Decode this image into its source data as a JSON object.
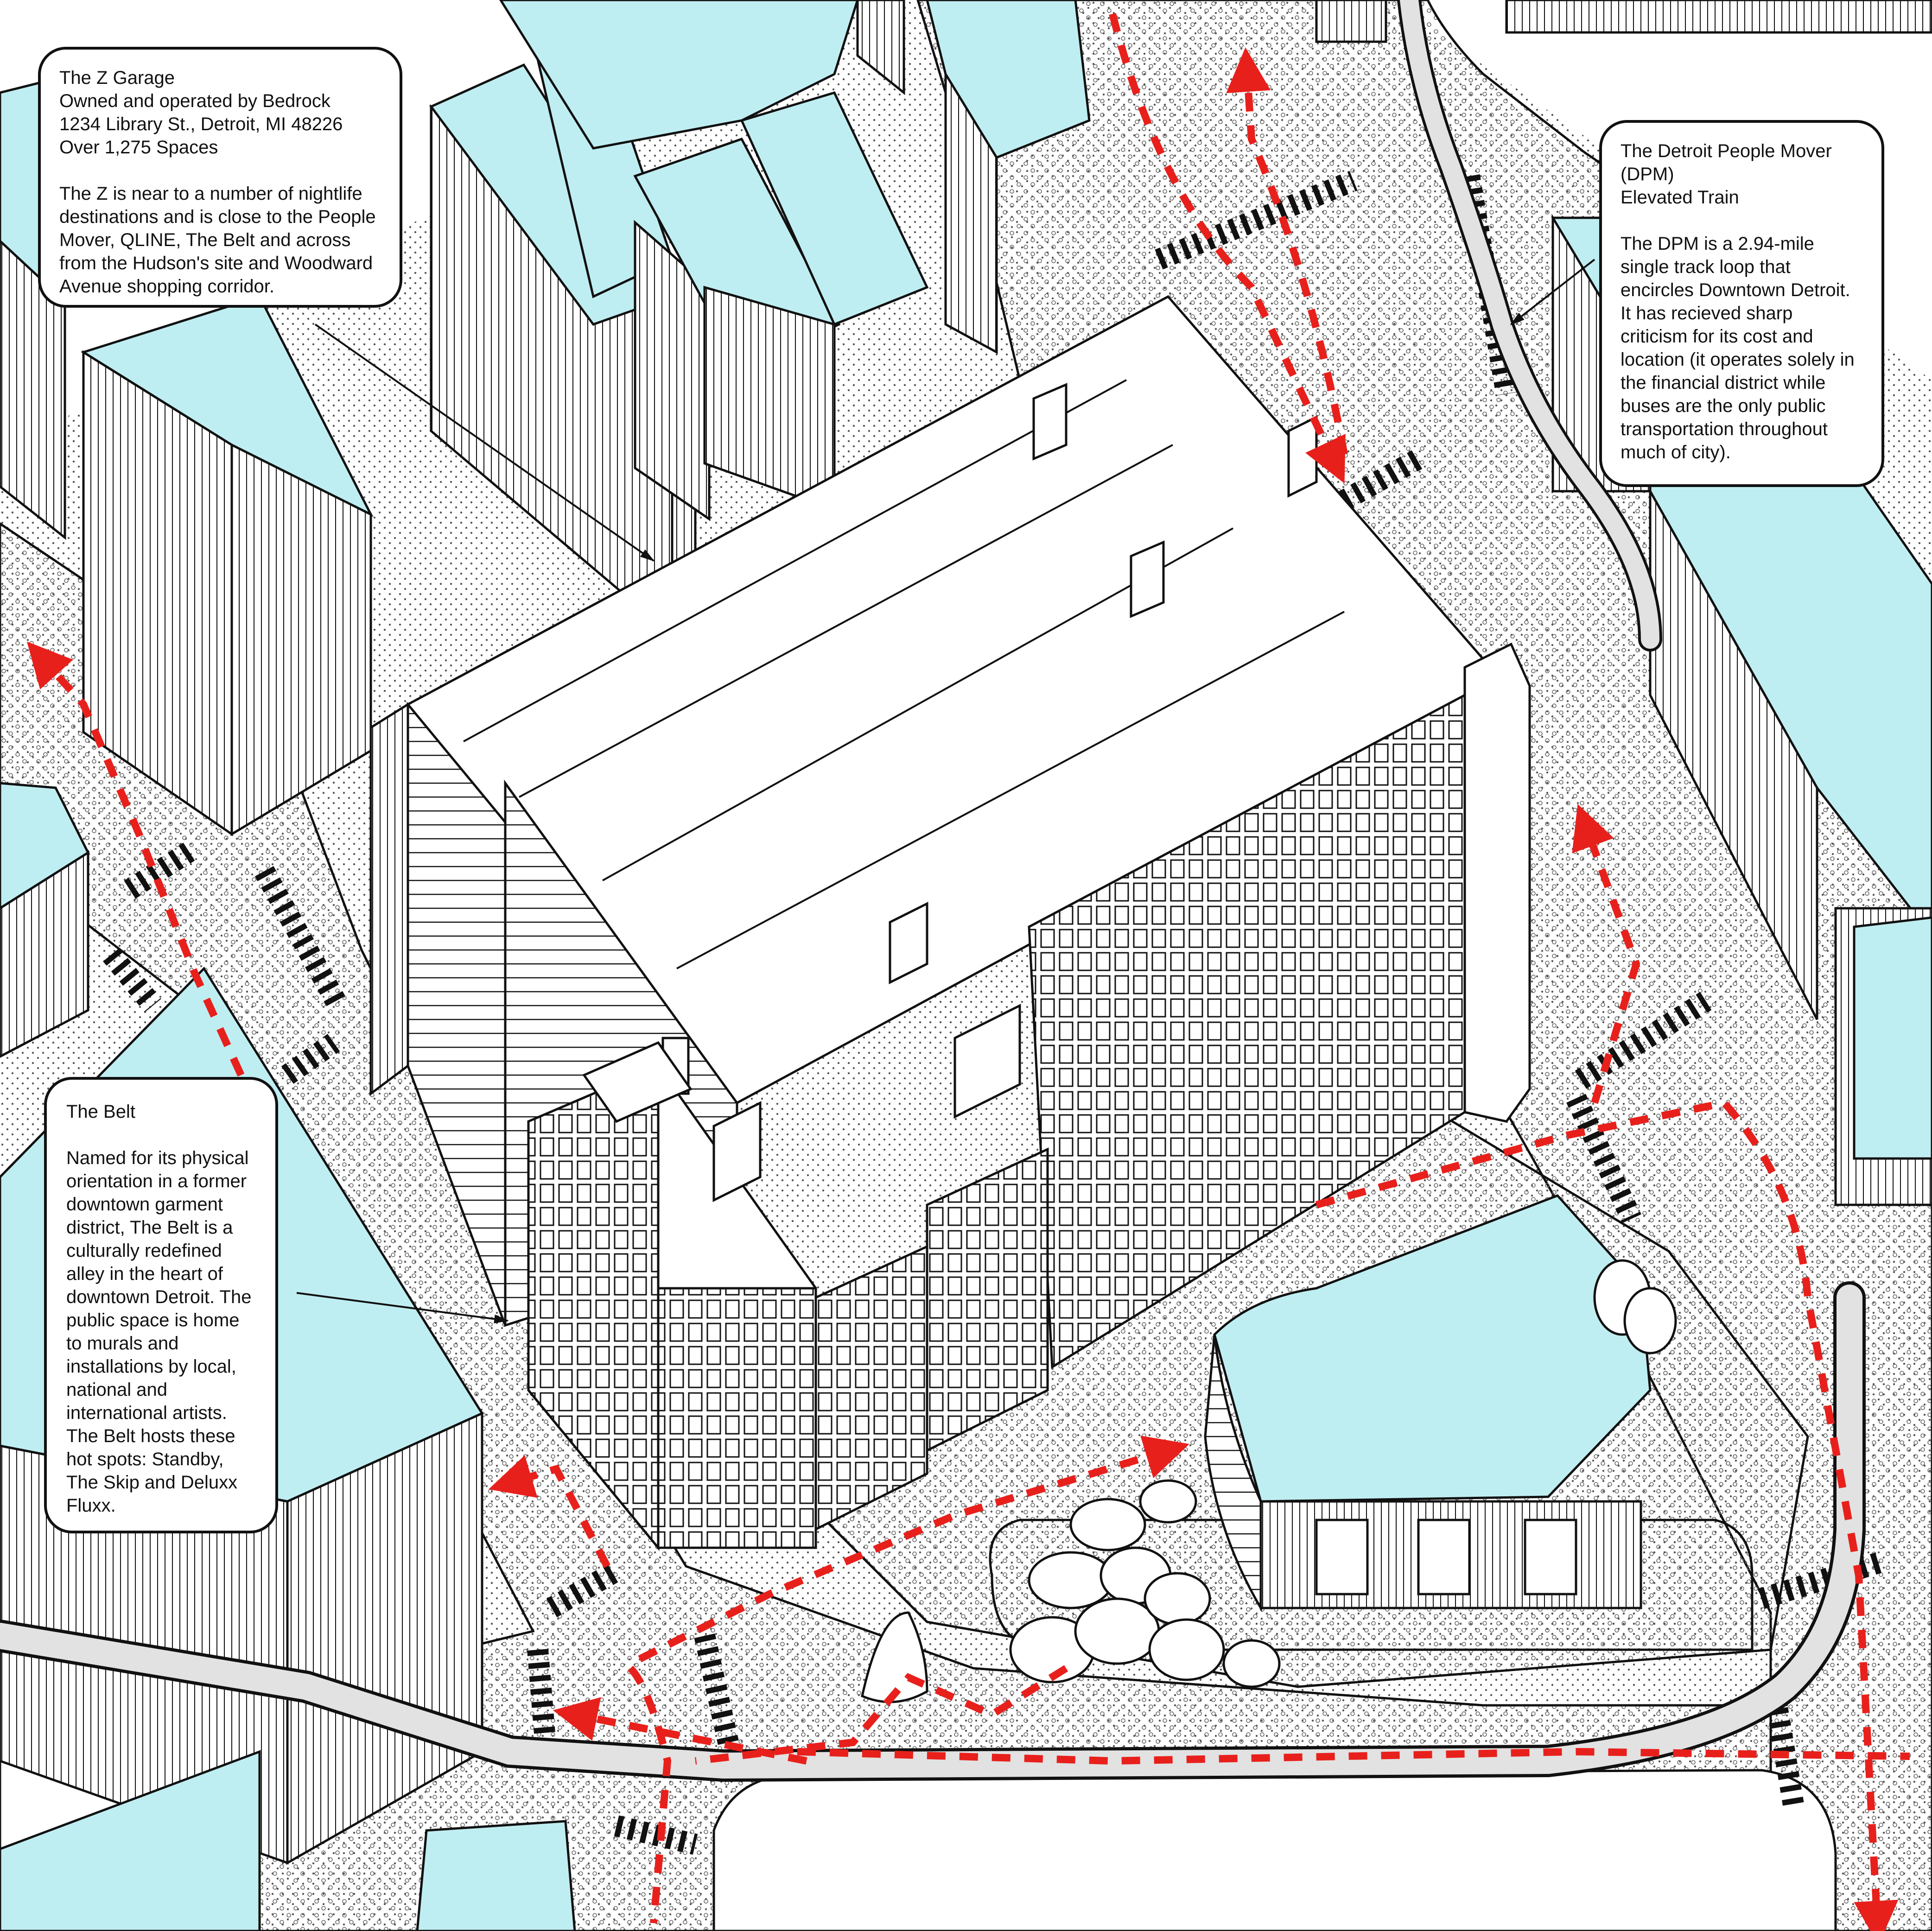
{
  "colors": {
    "roof_fill": "#bfeef2",
    "route_red": "#e8201c",
    "ink": "#111111",
    "track_grey": "#e2e2e2",
    "paper": "#ffffff"
  },
  "annotations": {
    "z_garage": {
      "title": "The Z Garage",
      "lines": [
        "Owned and operated by Bedrock",
        "1234 Library St., Detroit, MI 48226",
        "Over 1,275 Spaces"
      ],
      "body": "The Z is near to a number of nightlife destinations and is close to the People Mover, QLINE, The Belt and across from the Hudson's site and Woodward Avenue shopping corridor."
    },
    "dpm": {
      "title": "The Detroit People Mover (DPM)",
      "subtitle": "Elevated Train",
      "body": "The DPM is a 2.94-mile single track loop that encircles Downtown Detroit. It has recieved sharp criticism for its cost and location (it operates solely in the financial district while buses are the only public transportation throughout much of city)."
    },
    "belt": {
      "title": "The Belt",
      "body": "Named for its physical orientation in a former downtown garment district, The Belt is a culturally redefined alley in the heart of downtown Detroit. The public space is home to murals and installations by local, national and international artists. The Belt hosts these hot spots: Standby, The Skip and Deluxx Fluxx."
    }
  }
}
